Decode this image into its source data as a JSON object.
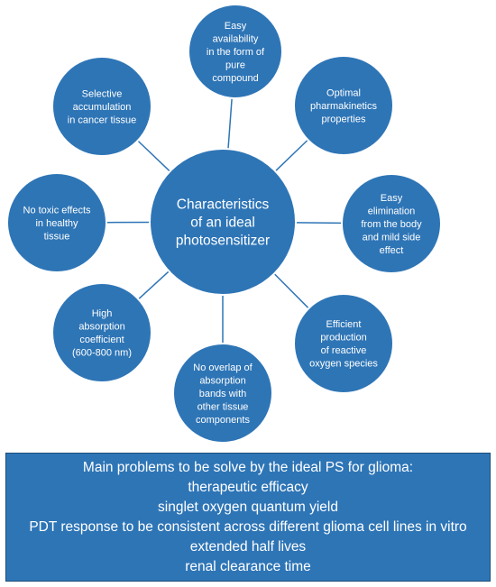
{
  "center": {
    "lines": [
      "Characteristics",
      "of an ideal",
      "photosensitizer"
    ]
  },
  "nodes": [
    {
      "id": "easy-availability",
      "lines": [
        "Easy",
        "availability",
        "in the form of",
        "pure",
        "compound"
      ]
    },
    {
      "id": "optimal-pharmacokinetics",
      "lines": [
        "Optimal",
        "pharmakinetics",
        "properties"
      ]
    },
    {
      "id": "easy-elimination",
      "lines": [
        "Easy",
        "elimination",
        "from the body",
        "and mild side",
        "effect"
      ]
    },
    {
      "id": "efficient-production",
      "lines": [
        "Efficient",
        "production",
        "of reactive",
        "oxygen species"
      ]
    },
    {
      "id": "no-overlap",
      "lines": [
        "No overlap of",
        "absorption",
        "bands with",
        "other tissue",
        "components"
      ]
    },
    {
      "id": "high-absorption",
      "lines": [
        "High",
        "absorption",
        "coefficient",
        "(600-800 nm)"
      ]
    },
    {
      "id": "no-toxic-effects",
      "lines": [
        "No toxic effects",
        "in healthy",
        "tissue"
      ]
    },
    {
      "id": "selective-accumulation",
      "lines": [
        "Selective",
        "accumulation",
        "in cancer tissue"
      ]
    }
  ],
  "panel": {
    "lines": [
      "Main problems to be solve by the ideal PS for glioma:",
      "therapeutic efficacy",
      "singlet oxygen quantum yield",
      "PDT response to be consistent across different glioma cell lines in vitro",
      "extended half lives",
      "renal clearance time"
    ]
  },
  "colors": {
    "circle_fill": "#2e75b6",
    "circle_stroke": "#ffffff",
    "connector": "#2e75b6",
    "panel_fill": "#2e75b6",
    "text": "#ffffff"
  }
}
